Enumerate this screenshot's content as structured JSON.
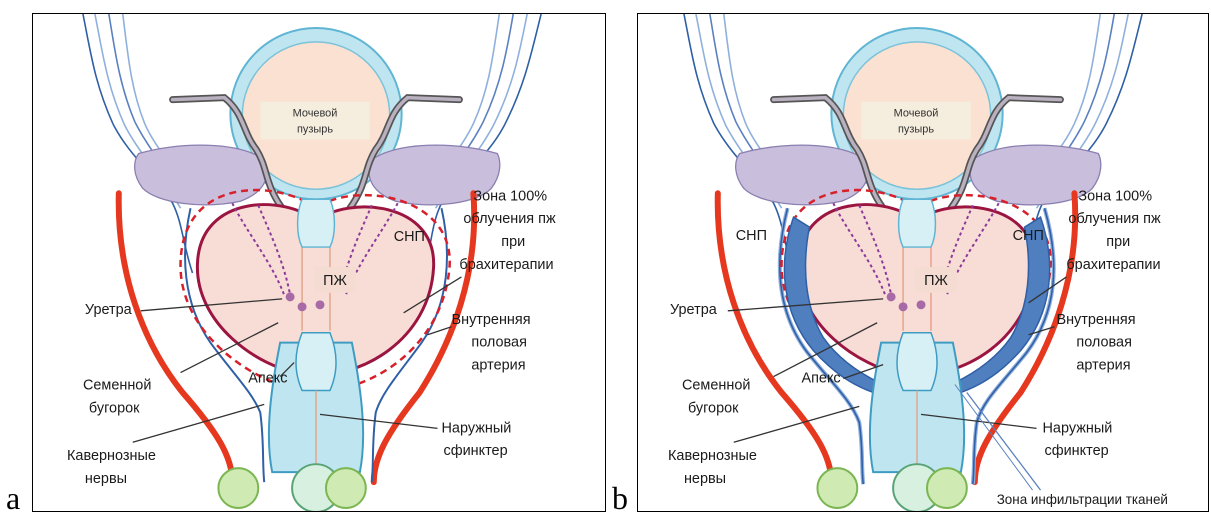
{
  "panel_a": {
    "letter": "a",
    "labels": {
      "bladder_line1": "Мочевой",
      "bladder_line2": "пузырь",
      "prostate": "ПЖ",
      "nvb": "СНП",
      "zone_line1": "Зона 100%",
      "zone_line2": "облучения пж",
      "zone_line3": "при",
      "zone_line4": "брахитерапии",
      "urethra": "Уретра",
      "artery_line1": "Внутренняя",
      "artery_line2": "половая",
      "artery_line3": "артерия",
      "apex": "Апекс",
      "seminal_line1": "Семенной",
      "seminal_line2": "бугорок",
      "sphincter_line1": "Наружный",
      "sphincter_line2": "сфинктер",
      "cavernous_line1": "Кавернозные",
      "cavernous_line2": "нервы"
    }
  },
  "panel_b": {
    "letter": "b",
    "labels": {
      "bladder_line1": "Мочевой",
      "bladder_line2": "пузырь",
      "prostate": "ПЖ",
      "nvb_left": "СНП",
      "nvb_right": "СНП",
      "zone_line1": "Зона 100%",
      "zone_line2": "облучения пж",
      "zone_line3": "при",
      "zone_line4": "брахитерапии",
      "urethra": "Уретра",
      "artery_line1": "Внутренняя",
      "artery_line2": "половая",
      "artery_line3": "артерия",
      "apex": "Апекс",
      "seminal_line1": "Семенной",
      "seminal_line2": "бугорок",
      "sphincter_line1": "Наружный",
      "sphincter_line2": "сфинктер",
      "cavernous_line1": "Кавернозные",
      "cavernous_line2": "нервы",
      "infiltration": "Зона инфильтрации тканей"
    }
  },
  "colors": {
    "bladder_fill": "#fbe1d2",
    "bladder_ring": "#9fd8e8",
    "seminal_vesicle": "#c9bedc",
    "prostate_fill": "#f8dcd6",
    "prostate_outline": "#9b1540",
    "zone_dashed": "#d8202a",
    "artery": "#e5381f",
    "nerve": "#2f5fa6",
    "nerve_light": "#8fb0dd",
    "ball": "#cfeab2",
    "ball_stroke": "#7bb653",
    "infiltration_fill": "#4f7fbf",
    "leader": "#333333"
  }
}
